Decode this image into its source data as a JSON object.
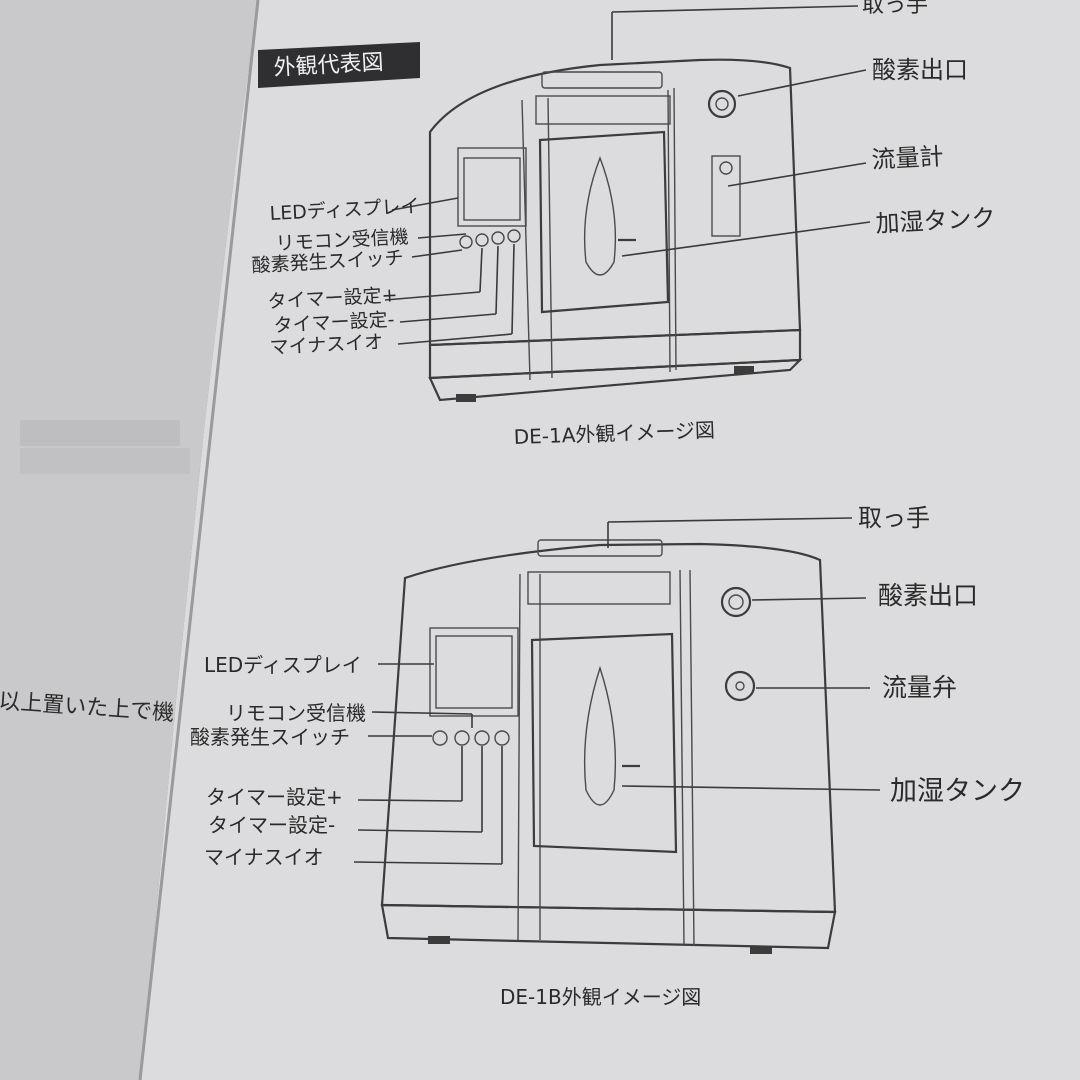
{
  "section_heading": "外観代表図",
  "left_page_fragment": "以上置いた上で機",
  "top_cut_label": "取っ手",
  "model_a": {
    "caption": "DE-1A外観イメージ図",
    "labels": {
      "outlet": "酸素出口",
      "flowmeter": "流量計",
      "tank": "加湿タンク",
      "display": "LEDディスプレイ",
      "remote": "リモコン受信機",
      "switch": "酸素発生スイッチ",
      "timer_plus": "タイマー設定+",
      "timer_minus": "タイマー設定-",
      "ion": "マイナスイオ"
    }
  },
  "model_b": {
    "caption": "DE-1B外観イメージ図",
    "labels": {
      "handle": "取っ手",
      "outlet": "酸素出口",
      "valve": "流量弁",
      "tank": "加湿タンク",
      "display": "LEDディスプレイ",
      "remote": "リモコン受信機",
      "switch": "酸素発生スイッチ",
      "timer_plus": "タイマー設定+",
      "timer_minus": "タイマー設定-",
      "ion": "マイナスイオ"
    }
  }
}
